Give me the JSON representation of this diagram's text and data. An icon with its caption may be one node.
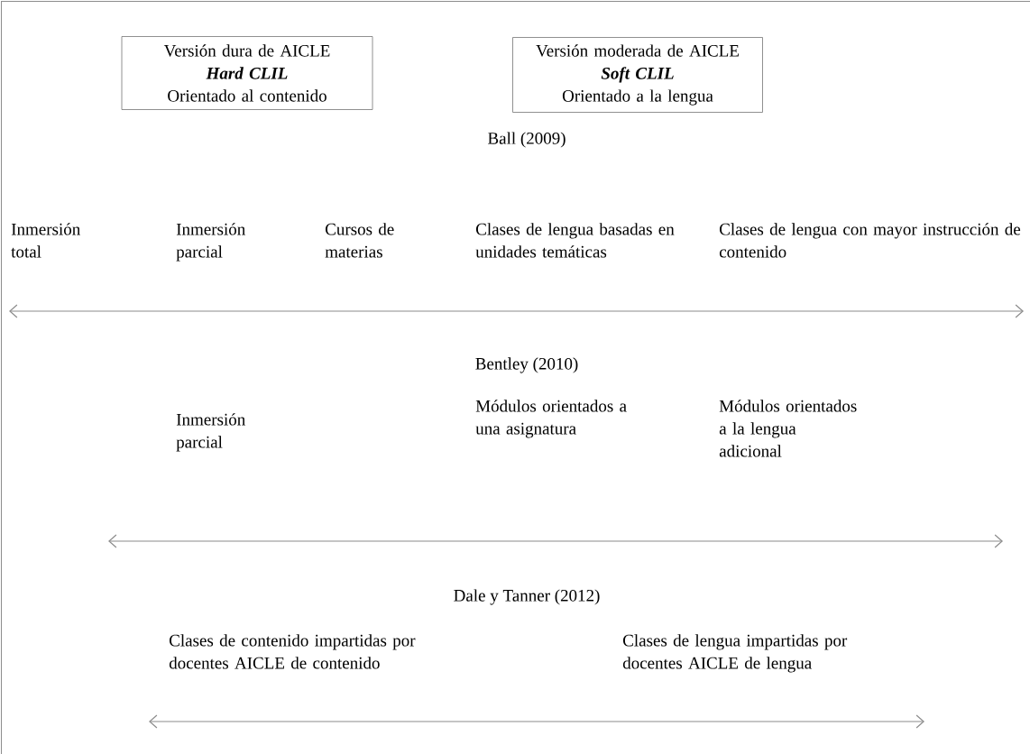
{
  "diagram": {
    "nodes": [
      {
        "text": [
          "Versión dura de AICLE",
          "Hard CLIL",
          "Orientado al contenido"
        ]
      },
      {
        "text": [
          "Versión moderada de AICLE",
          "Soft CLIL",
          "Orientado a la lengua"
        ]
      }
    ],
    "labels": [
      "Ball (2009)",
      "Inmersión total",
      "Inmersión parcial",
      "Cursos de materias",
      "Clases de lengua basadas en unidades temáticas",
      "Clases de lengua con mayor instrucción de contenido",
      "Bentley (2010)",
      "Inmersión parcial",
      "Módulos orientados a una asignatura",
      "Módulos orientados a la lengua adicional",
      "Dale y Tanner (2012)",
      "Clases de contenido impartidas por docentes AICLE de contenido",
      "Clases de lengua impartidas por docentes AICLE de lengua"
    ]
  }
}
